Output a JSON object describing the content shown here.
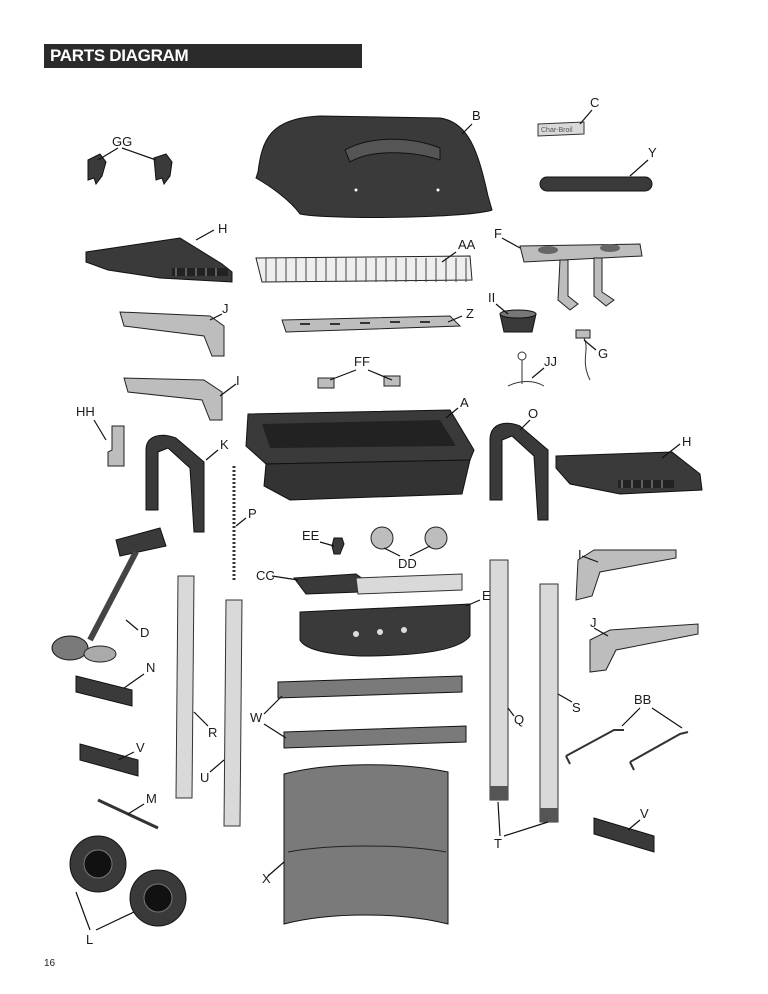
{
  "header": {
    "title": "PARTS DIAGRAM"
  },
  "page": {
    "number": "16"
  },
  "labels": {
    "GG": "GG",
    "B": "B",
    "C": "C",
    "Y": "Y",
    "H_left": "H",
    "AA": "AA",
    "F": "F",
    "J_left": "J",
    "Z": "Z",
    "II": "II",
    "G": "G",
    "FF": "FF",
    "JJ": "JJ",
    "I_left": "I",
    "A": "A",
    "HH": "HH",
    "O": "O",
    "H_right": "H",
    "K": "K",
    "P": "P",
    "EE": "EE",
    "DD": "DD",
    "I_right": "I",
    "CC": "CC",
    "E": "E",
    "J_right": "J",
    "D": "D",
    "N": "N",
    "BB": "BB",
    "W": "W",
    "R": "R",
    "Q": "Q",
    "S": "S",
    "V_left": "V",
    "U": "U",
    "M": "M",
    "T": "T",
    "V_right": "V",
    "X": "X",
    "L": "L"
  },
  "logo": {
    "text": "Char-Broil"
  },
  "colors": {
    "header_bg": "#2b2b2b",
    "header_text": "#ffffff"
  }
}
